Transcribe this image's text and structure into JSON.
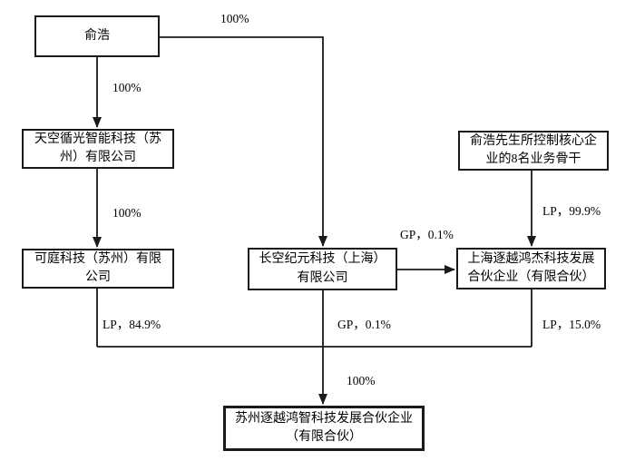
{
  "diagram_type": "equity-structure-flowchart",
  "colors": {
    "background": "#ffffff",
    "box_border": "#1a1a1a",
    "box_fill": "#ffffff",
    "line": "#1a1a1a",
    "text": "#000000"
  },
  "nodes": {
    "yuhao": {
      "label": "俞浩"
    },
    "tiankong": {
      "label": "天空循光智能科技（苏\n州）有限公司"
    },
    "backbone": {
      "label": "俞浩先生所控制核心企\n业的8名业务骨干"
    },
    "keting": {
      "label": "可庭科技（苏州）有限\n公司"
    },
    "changkong": {
      "label": "长空纪元科技（上海）\n有限公司"
    },
    "shanghai": {
      "label": "上海逐越鸿杰科技发展\n合伙企业（有限合伙）"
    },
    "suzhou": {
      "label": "苏州逐越鸿智科技发展合伙企业\n（有限合伙）"
    }
  },
  "edges": [
    {
      "from": "yuhao",
      "to": "tiankong",
      "label": "100%"
    },
    {
      "from": "tiankong",
      "to": "keting",
      "label": "100%"
    },
    {
      "from": "yuhao",
      "to": "changkong",
      "label": "100%"
    },
    {
      "from": "backbone",
      "to": "shanghai",
      "label": "LP，99.9%"
    },
    {
      "from": "changkong",
      "to": "shanghai",
      "label": "GP，0.1%"
    },
    {
      "from": "keting",
      "to": "suzhou",
      "label": "LP，84.9%"
    },
    {
      "from": "changkong",
      "to": "suzhou",
      "label": "GP，0.1%"
    },
    {
      "from": "shanghai",
      "to": "suzhou",
      "label": "LP，15.0%"
    },
    {
      "from": "combined",
      "to": "suzhou",
      "label": "100%"
    }
  ]
}
